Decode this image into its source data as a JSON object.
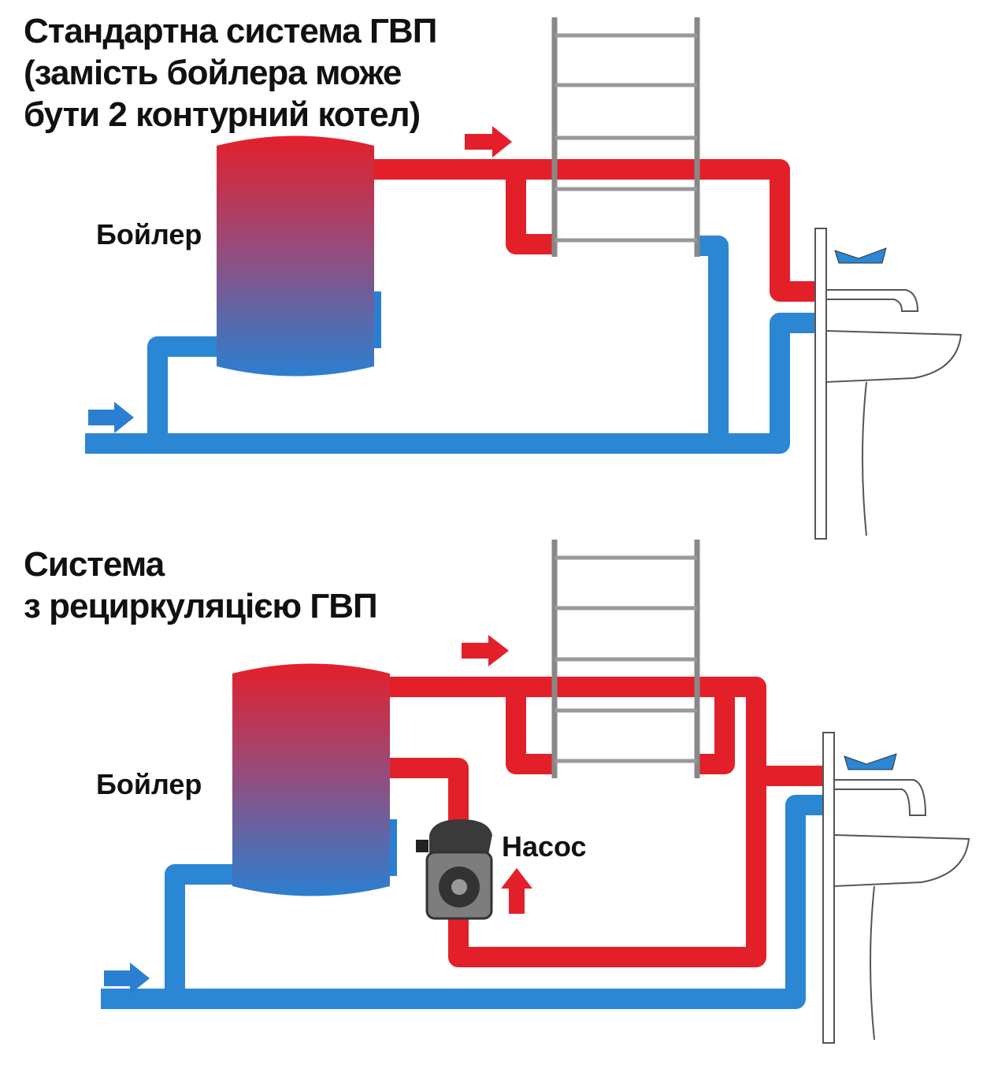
{
  "top": {
    "title_lines": [
      "Стандартна система ГВП",
      "(замість бойлера може",
      "бути 2 контурний котел)"
    ],
    "boiler_label": "Бойлер"
  },
  "bottom": {
    "title_lines": [
      "Система",
      "з рециркуляцією ГВП"
    ],
    "boiler_label": "Бойлер",
    "pump_label": "Насос"
  },
  "colors": {
    "hot": "#e3202a",
    "cold": "#2b86d4"
  }
}
